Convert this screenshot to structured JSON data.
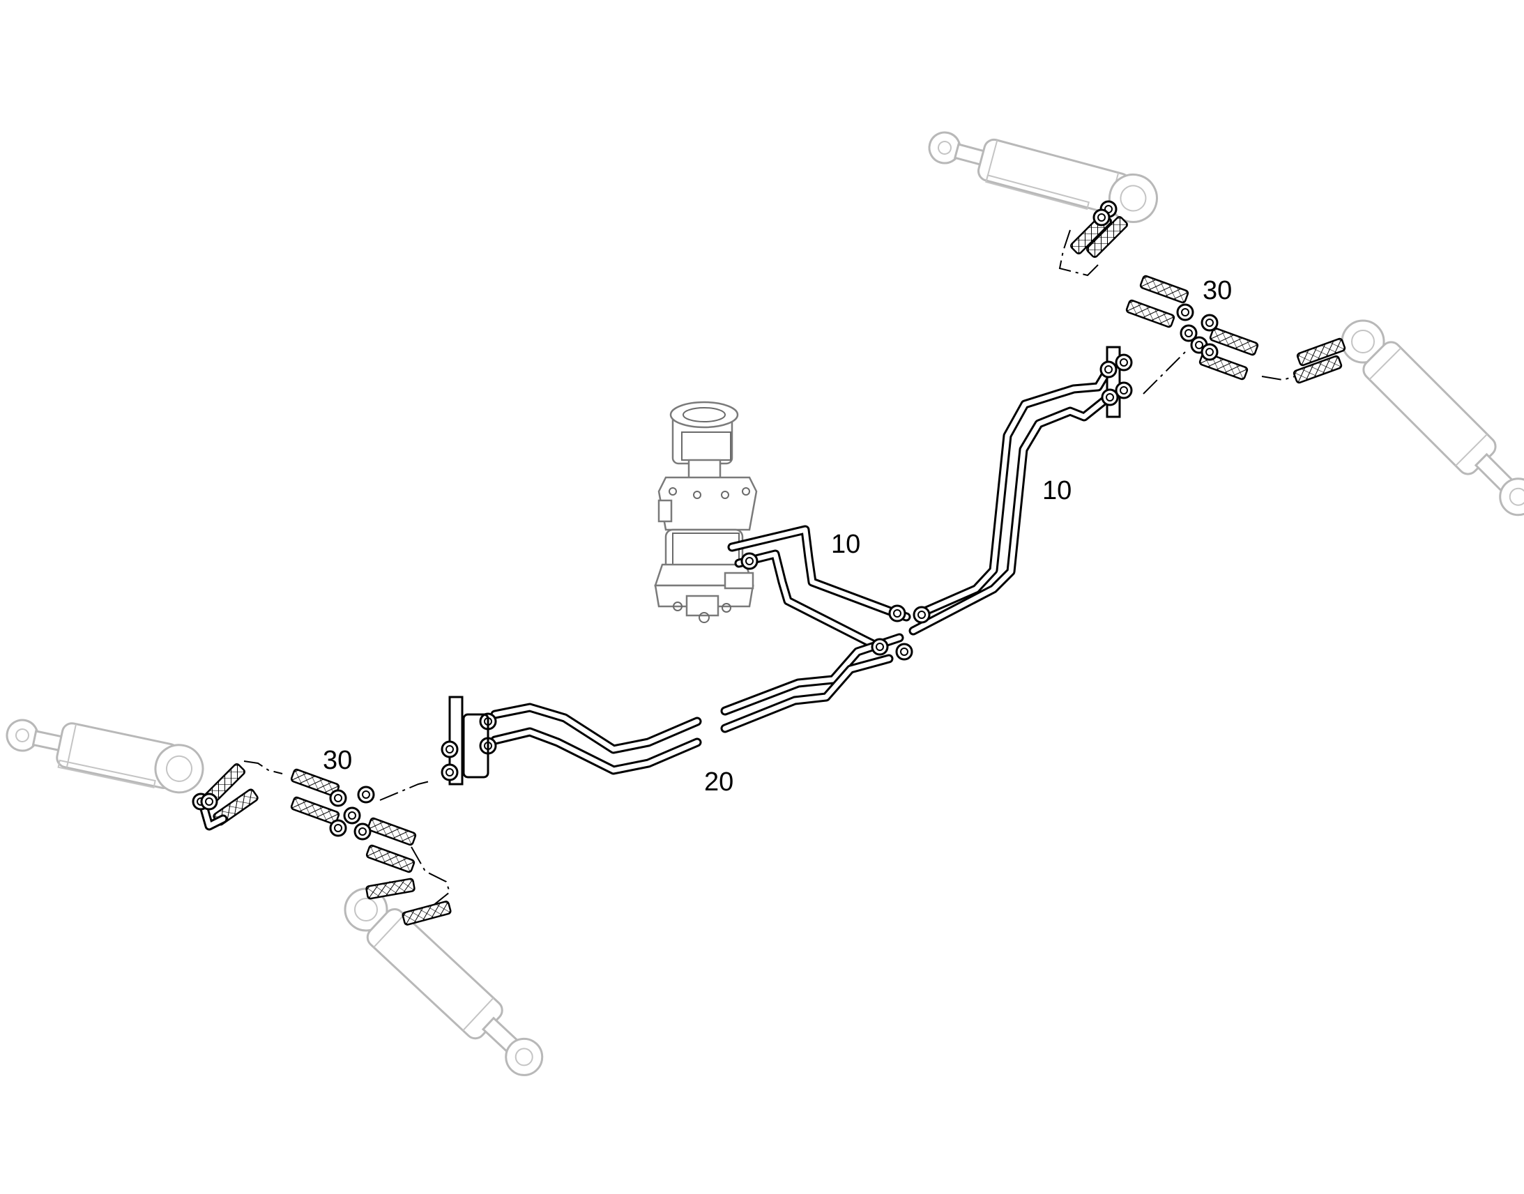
{
  "diagram": {
    "labels": {
      "pipe_front_left": "10",
      "pipe_front_right": "10",
      "pipe_rear": "20",
      "hose_group_left": "30",
      "hose_group_right": "30"
    }
  }
}
